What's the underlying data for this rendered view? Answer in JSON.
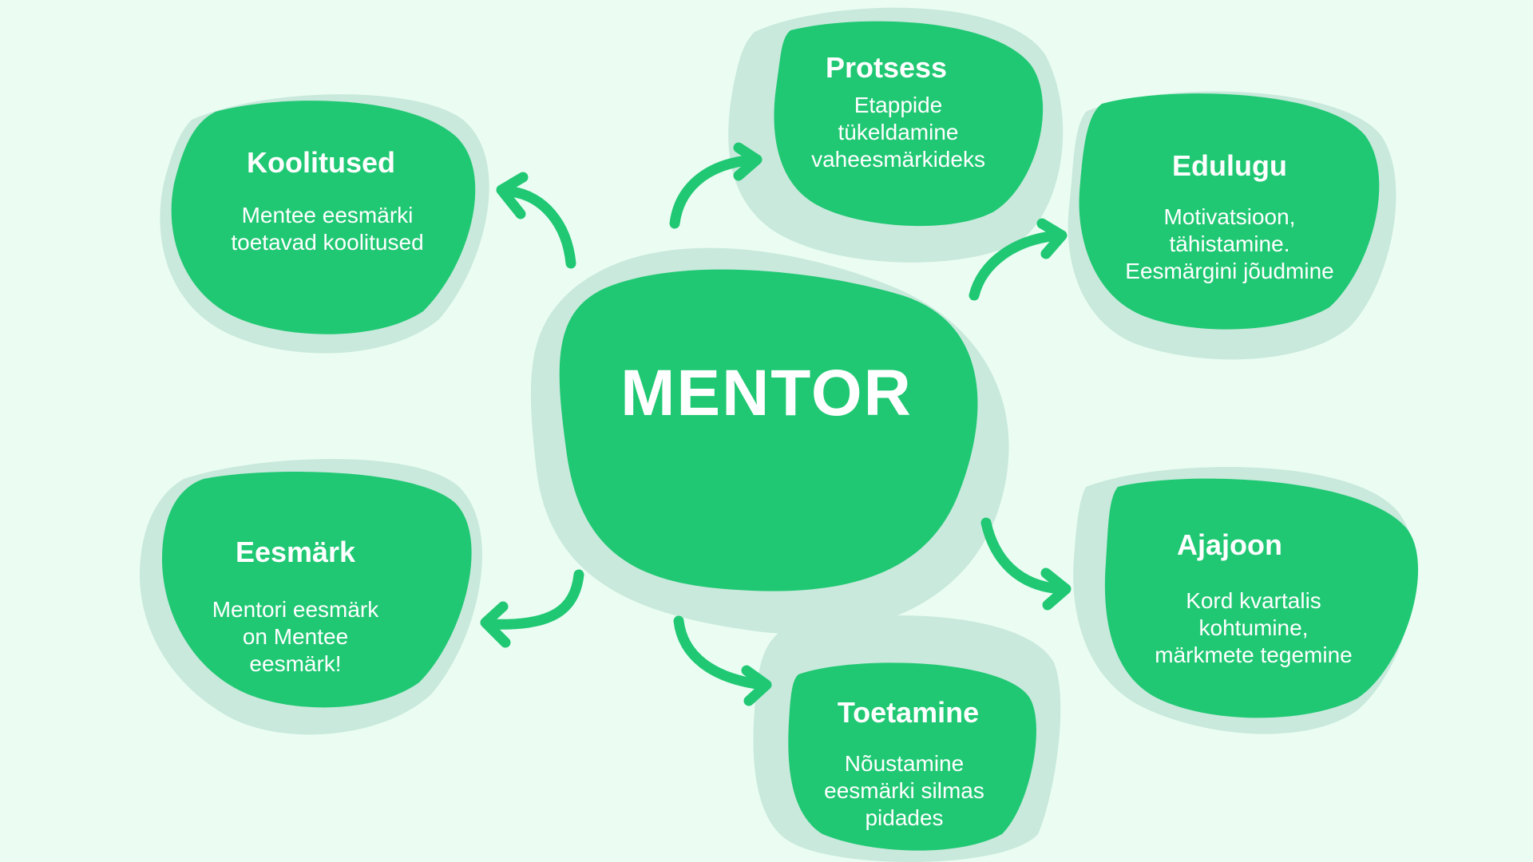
{
  "center": {
    "title": "MENTOR"
  },
  "nodes": {
    "koolitused": {
      "title": "Koolitused",
      "desc": "Mentee eesmärki\ntoetavad koolitused"
    },
    "protsess": {
      "title": "Protsess",
      "desc": "Etappide\ntükeldamine\nvaheesmärkideks"
    },
    "edulugu": {
      "title": "Edulugu",
      "desc": "Motivatsioon,\ntähistamine.\nEesmärgini jõudmine"
    },
    "eesmark": {
      "title": "Eesmärk",
      "desc": "Mentori eesmärk\non Mentee\neesmärk!"
    },
    "ajajoon": {
      "title": "Ajajoon",
      "desc": "Kord kvartalis\nkohtumine,\nmärkmete tegemine"
    },
    "toetamine": {
      "title": "Toetamine",
      "desc": "Nõustamine\neesmärki silmas\npidades"
    }
  },
  "colors": {
    "background": "#ebfdf3",
    "blob": "#20c873",
    "blob_shadow": "#c9e9dc",
    "text": "#ffffff"
  }
}
